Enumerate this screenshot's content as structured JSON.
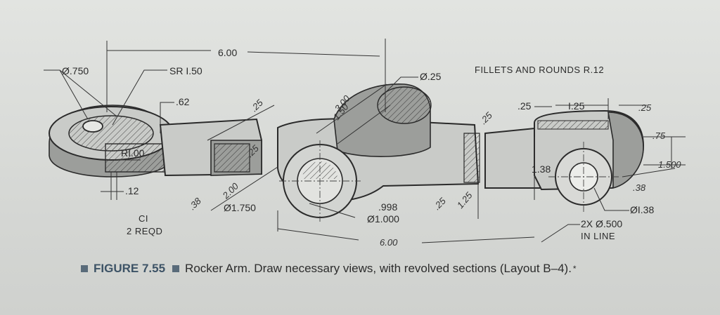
{
  "figure": {
    "label": "FIGURE 7.55",
    "text": "Rocker Arm. Draw necessary views, with revolved sections (Layout B–4).",
    "asterisk": "*"
  },
  "notes": {
    "fillets": "FILLETS AND ROUNDS R.12",
    "ci": "CI",
    "reqd": "2 REQD",
    "in_line": "IN LINE"
  },
  "dimensions": {
    "overall_length_top": "6.00",
    "overall_length_bottom": "6.00",
    "dia_750": "Ø.750",
    "sr_150": "SR I.50",
    "d_62": ".62",
    "r_100": "RI.00",
    "d_12": ".12",
    "d_38_left": ".38",
    "d_25_a": ".25",
    "d_25_b": ".25",
    "d_200": "2.00",
    "dia_1750": "Ø1.750",
    "d_300": "3.00",
    "d_150": "1.50",
    "dia_25": "Ø.25",
    "d_25_c": ".25",
    "dia_998": ".998",
    "dia_1000": "Ø1.000",
    "d_25_d": ".25",
    "d_125_mid": "1.25",
    "d_25_e": ".25",
    "d_125_right": "I.25",
    "d_25_f": ".25",
    "d_75": ".75",
    "d_1500": "1.500",
    "d_138": "1.38",
    "d_38_right": ".38",
    "dia_138": "ØI.38",
    "dia_2x500": "2X Ø.500"
  }
}
